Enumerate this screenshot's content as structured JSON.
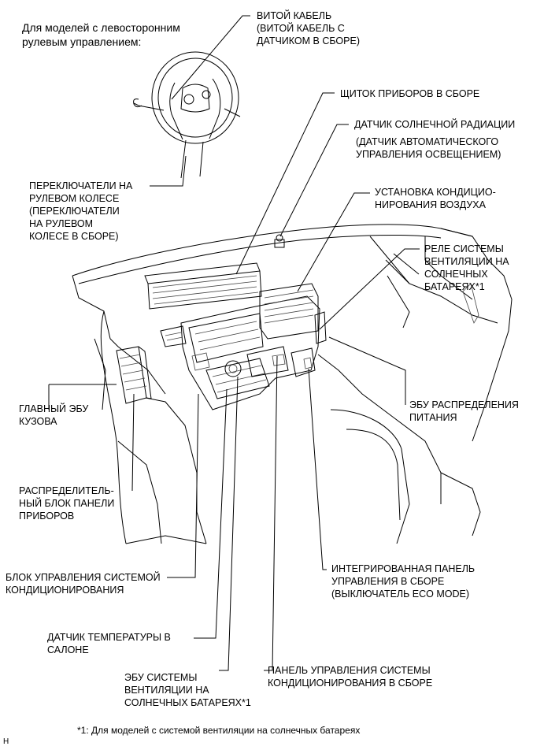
{
  "header": "Для моделей с левосторонним\nрулевым управлением:",
  "labels": {
    "spiral_cable": "ВИТОЙ КАБЕЛЬ\n(ВИТОЙ КАБЕЛЬ С\nДАТЧИКОМ В СБОРЕ)",
    "combination_meter": "ЩИТОК ПРИБОРОВ В СБОРЕ",
    "solar_sensor": "ДАТЧИК СОЛНЕЧНОЙ РАДИАЦИИ",
    "solar_sensor_note": "(ДАТЧИК АВТОМАТИЧЕСКОГО\nУПРАВЛЕНИЯ ОСВЕЩЕНИЕМ)",
    "steering_pad": "ПЕРЕКЛЮЧАТЕЛИ НА\nРУЛЕВОМ КОЛЕСЕ\n(ПЕРЕКЛЮЧАТЕЛИ\nНА РУЛЕВОМ\nКОЛЕСЕ В СБОРЕ)",
    "ac_unit": "УСТАНОВКА КОНДИЦИО-\nНИРОВАНИЯ ВОЗДУХА",
    "solar_vent_relay": "РЕЛЕ СИСТЕМЫ\nВЕНТИЛЯЦИИ НА\nСОЛНЕЧНЫХ\nБАТАРЕЯХ*1",
    "power_ecu": "ЭБУ РАСПРЕДЕЛЕНИЯ\nПИТАНИЯ",
    "main_body_ecu": "ГЛАВНЫЙ ЭБУ\nКУЗОВА",
    "junction_block": "РАСПРЕДЕЛИТЕЛЬ-\nНЫЙ БЛОК ПАНЕЛИ\nПРИБОРОВ",
    "ac_amplifier": "БЛОК УПРАВЛЕНИЯ СИСТЕМОЙ\nКОНДИЦИОНИРОВАНИЯ",
    "integration_panel": "ИНТЕГРИРОВАННАЯ ПАНЕЛЬ\nУПРАВЛЕНИЯ В СБОРЕ\n(ВЫКЛЮЧАТЕЛЬ ECO MODE)",
    "room_temp_sensor": "ДАТЧИК ТЕМПЕРАТУРЫ В\nСАЛОНЕ",
    "ac_control_panel": "ПАНЕЛЬ УПРАВЛЕНИЯ СИСТЕМЫ\nКОНДИЦИОНИРОВАНИЯ В СБОРЕ",
    "solar_vent_ecu": "ЭБУ СИСТЕМЫ\nВЕНТИЛЯЦИИ НА\nСОЛНЕЧНЫХ БАТАРЕЯХ*1"
  },
  "footnote": "*1: Для моделей с системой вентиляции на солнечных батареях",
  "corner_mark": "H"
}
